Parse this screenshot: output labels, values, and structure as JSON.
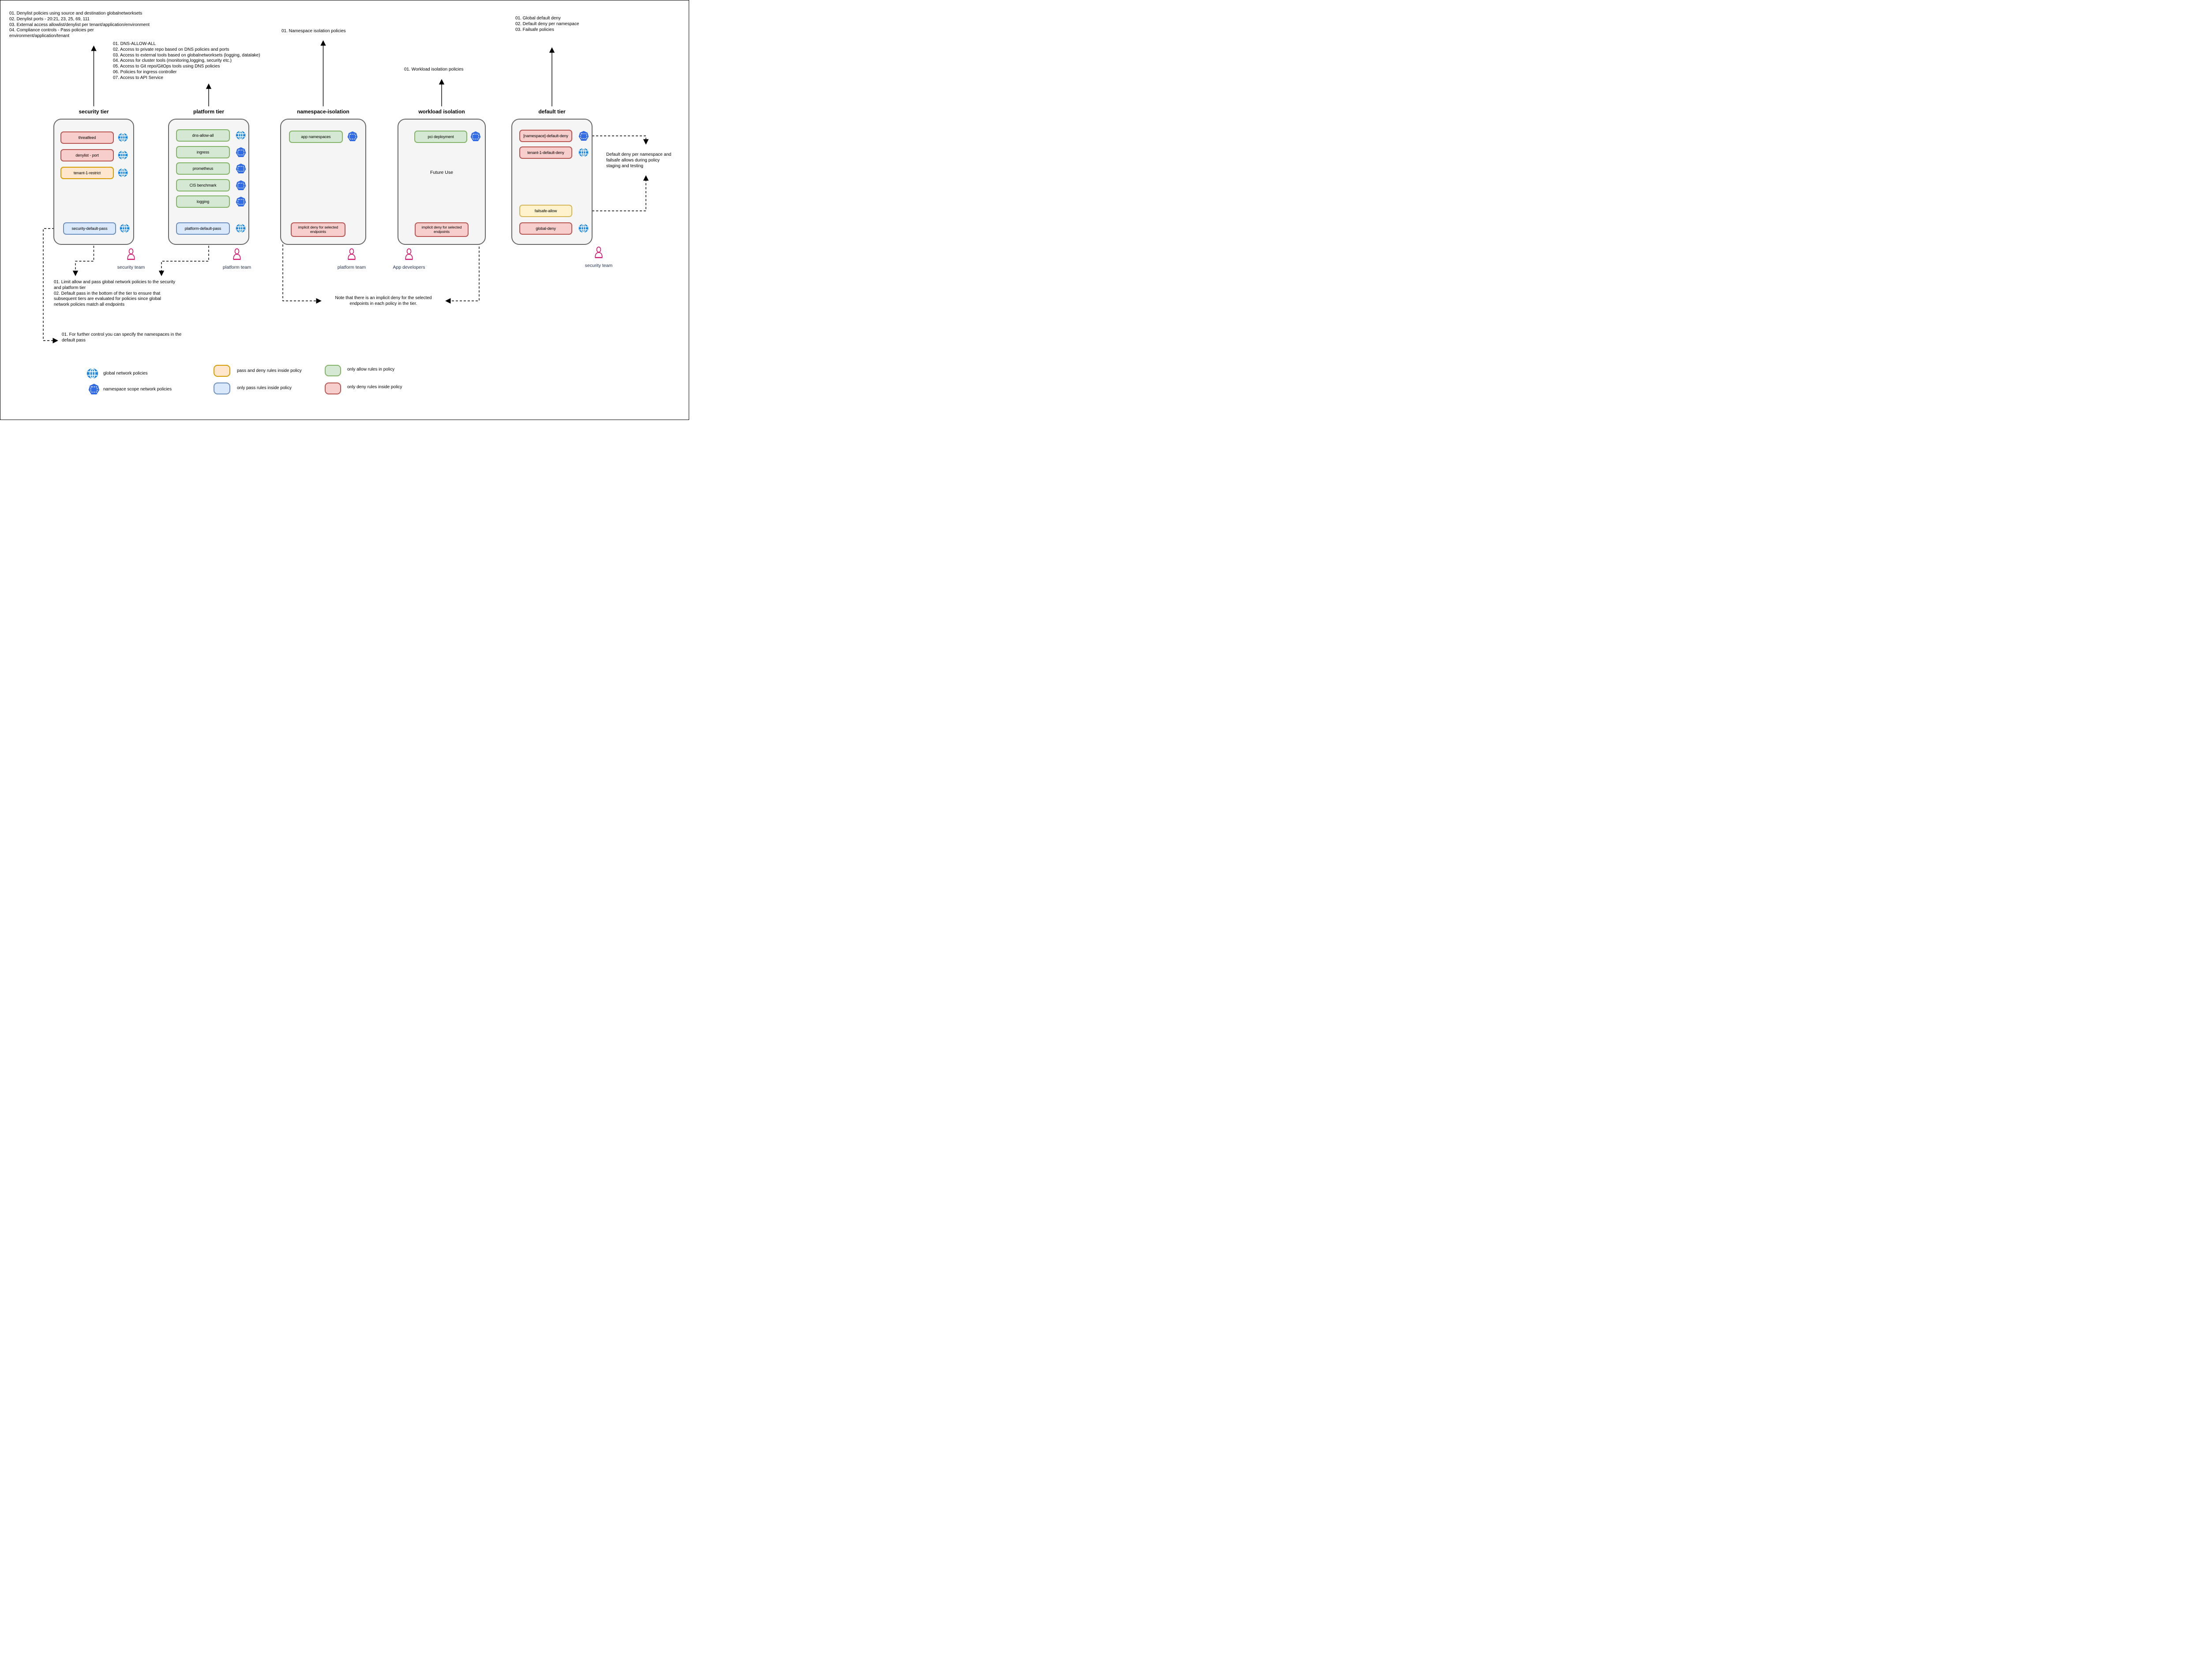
{
  "annotations": {
    "security_tier_note": "01. Denylist policies using source and destination globalnetworksets\n02. Denylist ports - 20:21, 23, 25, 69, 111\n03. External access allowlist/denylist per tenant/application/environment\n04. Compliance controls - Pass policies per\nenvironment/application/tenant",
    "platform_tier_note": "01. DNS-ALLOW-ALL\n02. Access to private repo based on DNS policies and ports\n03. Access to external tools based on globalnetworksets (logging, datalake)\n04. Access for cluster tools (monitoring,logging, security etc.)\n05. Access to Git repo/GitOps tools using DNS policies\n06. Policies for ingress controller\n07. Access to API Service",
    "namespace_isolation_note": "01. Namespace isolation policies",
    "workload_isolation_note": "01. Workload isolation policies",
    "default_tier_note": "01. Global default deny\n02. Default deny per namespace\n03. Failsafe policies",
    "limit_allow_note": "01. Limit allow and pass global network policies to the security\nand platform tier\n02. Default pass in the bottom of the tier to ensure that\nsubsequent tiers are evaluated for policies since global\nnetwork policies match all endpoints",
    "further_control_note": "01. For further control you can specify the namespaces in the\ndefault pass",
    "implicit_deny_note": "Note that there is an implicit deny for the selected\nendpoints in each policy in the tier.",
    "staging_note": "Default deny per namespace and\nfailsafe allows during policy\nstaging and testing"
  },
  "tiers": {
    "security": {
      "title": "security tier",
      "policies": [
        {
          "label": "threatfeed",
          "type": "only-deny-rules",
          "scope": "global"
        },
        {
          "label": "denylist - port",
          "type": "only-deny-rules",
          "scope": "global"
        },
        {
          "label": "tenant-1-restrict",
          "type": "pass-and-deny-rules",
          "scope": "global"
        },
        {
          "label": "security-default-pass",
          "type": "only-pass-rules",
          "scope": "global"
        }
      ]
    },
    "platform": {
      "title": "platform tier",
      "policies": [
        {
          "label": "dns-allow-all",
          "type": "only-allow-rules",
          "scope": "global"
        },
        {
          "label": "ingress",
          "type": "only-allow-rules",
          "scope": "namespace"
        },
        {
          "label": "prometheus",
          "type": "only-allow-rules",
          "scope": "namespace"
        },
        {
          "label": "CIS benchmark",
          "type": "only-allow-rules",
          "scope": "namespace"
        },
        {
          "label": "logging",
          "type": "only-allow-rules",
          "scope": "namespace"
        },
        {
          "label": "platform-default-pass",
          "type": "only-pass-rules",
          "scope": "global"
        }
      ]
    },
    "namespace_isolation": {
      "title": "namespace-isolation",
      "policies": [
        {
          "label": "app namespaces",
          "type": "only-allow-rules",
          "scope": "namespace"
        },
        {
          "label": "implicit deny for selected endpoints",
          "type": "only-deny-rules"
        }
      ]
    },
    "workload_isolation": {
      "title": "workload isolation",
      "center_text": "Future Use",
      "policies": [
        {
          "label": "pci deployment",
          "type": "only-allow-rules",
          "scope": "namespace"
        },
        {
          "label": "implicit deny for selected endpoints",
          "type": "only-deny-rules"
        }
      ]
    },
    "default": {
      "title": "default tier",
      "policies": [
        {
          "label": "[namespace]-default-deny",
          "type": "only-deny-rules",
          "scope": "namespace"
        },
        {
          "label": "tenant-1-default-deny",
          "type": "only-deny-rules",
          "scope": "global"
        },
        {
          "label": "failsafe-allow",
          "type": "failsafe",
          "scope": ""
        },
        {
          "label": "global-deny",
          "type": "only-deny-rules",
          "scope": "global"
        }
      ]
    }
  },
  "teams": [
    {
      "label": "security team"
    },
    {
      "label": "platform team"
    },
    {
      "label": "platform team"
    },
    {
      "label": "App developers"
    },
    {
      "label": "security team"
    }
  ],
  "legend": {
    "global": "global network policies",
    "namespace": "namespace scope network policies",
    "pass_deny": "pass and deny rules inside policy",
    "only_pass": "only pass rules inside policy",
    "only_allow": "only allow rules in policy",
    "only_deny": "only deny rules inside policy"
  },
  "colors": {
    "deny_fill": "#F8CECC",
    "deny_stroke": "#B85450",
    "allow_fill": "#D5E8D4",
    "allow_stroke": "#82B366",
    "pass_fill": "#DAE8FC",
    "pass_stroke": "#6C8EBF",
    "pass_deny_fill": "#FFE6CC",
    "pass_deny_stroke": "#D79B00",
    "failsafe_fill": "#FFF2CC",
    "failsafe_stroke": "#D6B656",
    "tier_fill": "#F5F5F5",
    "tier_stroke": "#666666",
    "globe_blue": "#1E88E5",
    "namespace_blue": "#326CE5",
    "person_pink": "#D3156F",
    "team_text": "#20304C"
  }
}
